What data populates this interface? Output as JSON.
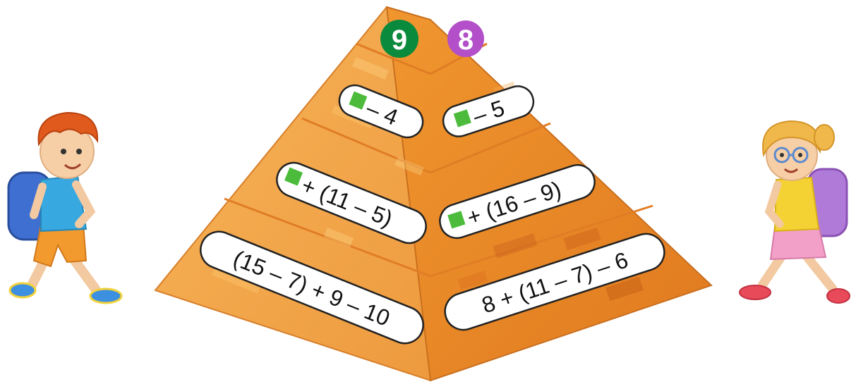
{
  "badges": {
    "left": {
      "number": "9",
      "color": "#0a8a3c"
    },
    "right": {
      "number": "8",
      "color": "#b24fc9"
    }
  },
  "left_face": {
    "expressions": [
      {
        "square": true,
        "text": "– 4"
      },
      {
        "square": true,
        "text": "+ (11 – 5)"
      },
      {
        "square": false,
        "text": "(15 – 7) + 9 – 10"
      }
    ]
  },
  "right_face": {
    "expressions": [
      {
        "square": true,
        "text": "– 5"
      },
      {
        "square": true,
        "text": "+ (16 – 9)"
      },
      {
        "square": false,
        "text": "8 + (11 – 7) – 6"
      }
    ]
  },
  "colors": {
    "left_face": "#f3a24a",
    "right_face": "#e8852a",
    "square_fill": "#4cbb3c",
    "pill_fill": "#ffffff",
    "pill_stroke": "#222222"
  },
  "icons": {
    "left_character": "boy-with-backpack",
    "right_character": "girl-with-backpack"
  }
}
